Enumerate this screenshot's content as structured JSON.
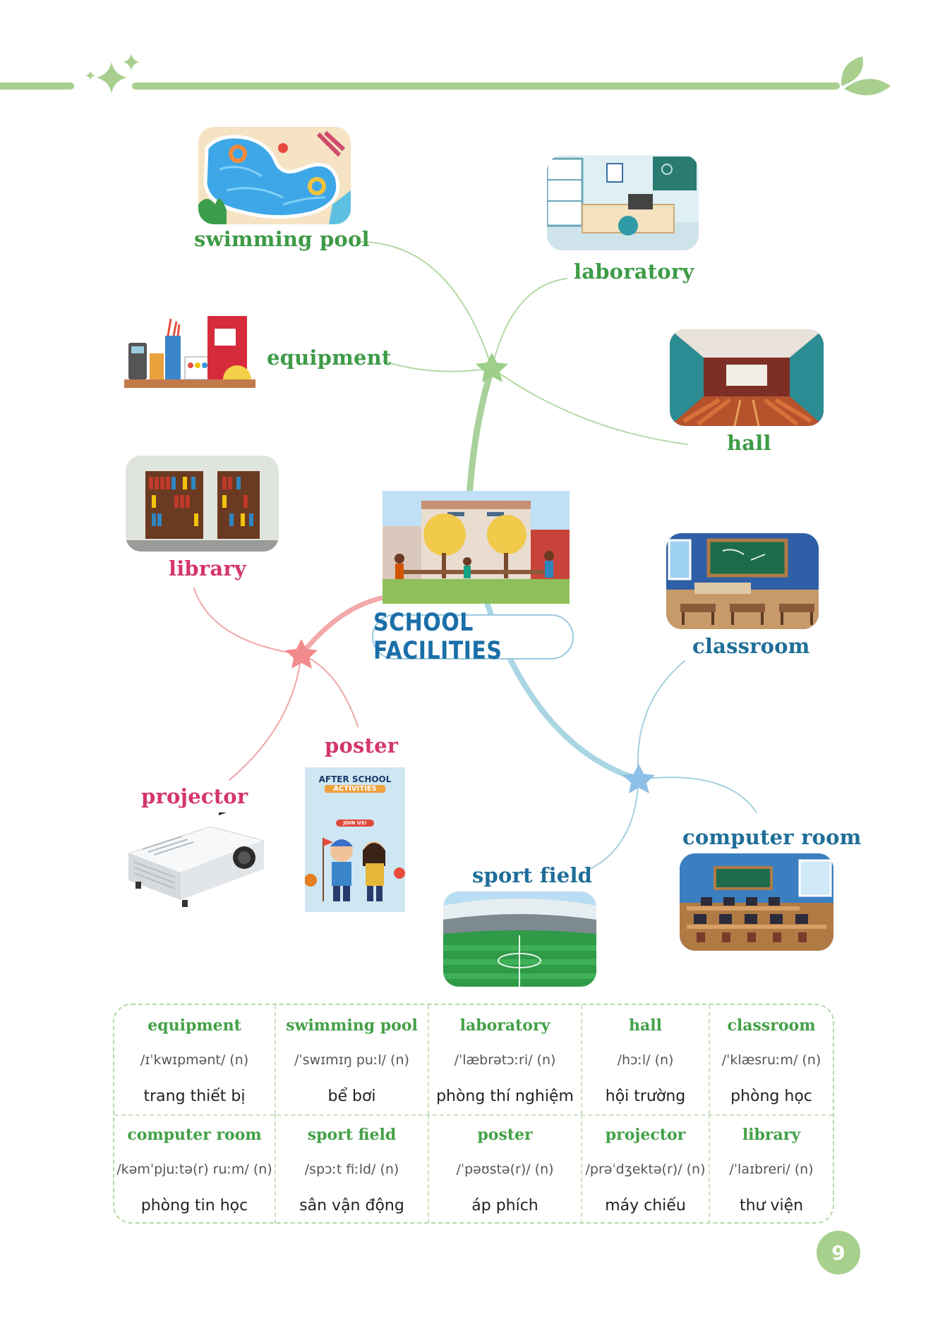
{
  "title": "SCHOOL FACILITIES",
  "nodes": {
    "swimming_pool": "swimming pool",
    "laboratory": "laboratory",
    "equipment": "equipment",
    "hall": "hall",
    "library": "library",
    "classroom": "classroom",
    "poster": "poster",
    "projector": "projector",
    "computer_room": "computer room",
    "sport_field": "sport field"
  },
  "poster_image": {
    "heading_1": "AFTER SCHOOL",
    "heading_2": "ACTIVITIES",
    "button": "JOIN US!"
  },
  "vocab": [
    [
      {
        "word": "equipment",
        "ipa": "/ɪˈkwɪpmənt/ (n)",
        "meaning": "trang thiết bị"
      },
      {
        "word": "swimming pool",
        "ipa": "/ˈswɪmɪŋ puːl/ (n)",
        "meaning": "bể bơi"
      },
      {
        "word": "laboratory",
        "ipa": "/ˈlæbrətɔːri/ (n)",
        "meaning": "phòng thí nghiệm"
      },
      {
        "word": "hall",
        "ipa": "/hɔːl/ (n)",
        "meaning": "hội trường"
      },
      {
        "word": "classroom",
        "ipa": "/ˈklæsruːm/ (n)",
        "meaning": "phòng học"
      }
    ],
    [
      {
        "word": "computer room",
        "ipa": "/kəmˈpjuːtə(r) ruːm/ (n)",
        "meaning": "phòng tin học"
      },
      {
        "word": "sport field",
        "ipa": "/spɔːt fiːld/ (n)",
        "meaning": "sân vận động"
      },
      {
        "word": "poster",
        "ipa": "/ˈpəʊstə(r)/ (n)",
        "meaning": "áp phích"
      },
      {
        "word": "projector",
        "ipa": "/prəˈdʒektə(r)/ (n)",
        "meaning": "máy chiếu"
      },
      {
        "word": "library",
        "ipa": "/ˈlaɪbreri/ (n)",
        "meaning": "thư viện"
      }
    ]
  ],
  "page_number": "9",
  "colors": {
    "green": "#3e9b47",
    "pink": "#d4366a",
    "blue": "#1f6e98",
    "banner": "#a8cf8e"
  }
}
